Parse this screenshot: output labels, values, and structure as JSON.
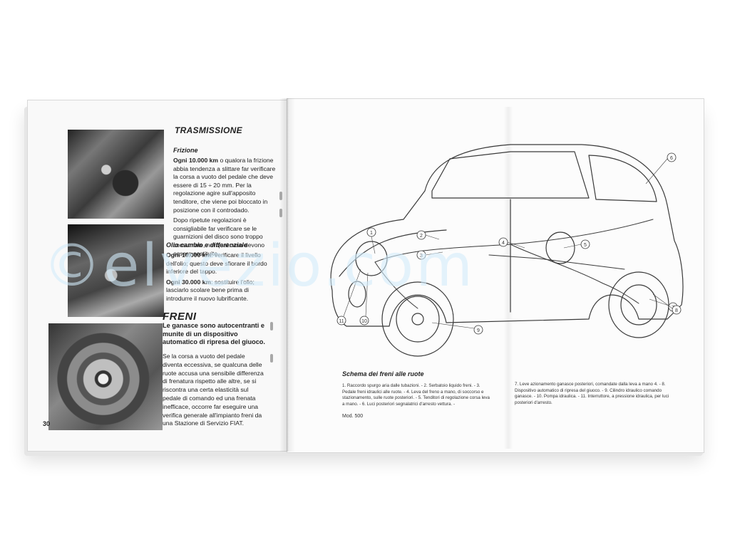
{
  "left_page": {
    "trasmissione_title": "TRASMISSIONE",
    "frizione": {
      "heading": "Frizione",
      "lead": "Ogni 10.000 km",
      "text": " o qualora la frizione abbia tendenza a slittare far verificare la corsa a vuoto del pedale che deve essere di 15 ÷ 20 mm. Per la regolazione agire sull'apposito tenditore, che viene poi bloccato in posizione con il controdado.",
      "note": "Dopo ripetute regolazioni è consigliabile far verificare se le guarnizioni del disco sono troppo consumate, nel qual caso devono essere sostituite."
    },
    "olio": {
      "heading": "Olio cambio e differenziale",
      "lead1": "Ogni 10.000 km",
      "text1": ": verificare il livello dell'olio; questo deve sfiorare il bordo inferiore del tappo.",
      "lead2": "Ogni 30.000 km",
      "text2": ": sostituire l'olio; lasciarlo scolare bene prima di introdurre il nuovo lubrificante."
    },
    "freni": {
      "title": "FRENI",
      "bold": "Le ganasce sono autocentranti e munite di un dispositivo automatico di ripresa del giuoco.",
      "body": "Se la corsa a vuoto del pedale diventa eccessiva, se qualcuna delle ruote accusa una sensibile differenza di frenatura rispetto alle altre, se si riscontra una certa elasticità sul pedale di comando ed una frenata inefficace, occorre far eseguire una verifica generale all'impianto freni da una Stazione di Servizio FIAT."
    },
    "page_number": "30"
  },
  "right_page": {
    "caption_title": "Schema dei freni alle ruote",
    "legend_left": "1. Raccordo spurgo aria dalle tubazioni. - 2. Serbatoio liquido freni. - 3. Pedale freni idraulici alle ruote. - 4. Leva del freno a mano, di soccorso e stazionamento, sulle ruote posteriori. - 5. Tenditori di regolazione corsa leva a mano. - 6. Luci posteriori segnalatrici d'arresto vettura. -",
    "legend_right": "7. Leve azionamento ganasce posteriori, comandate dalla leva a mano 4. - 8. Dispositivo automatico di ripresa del giuoco. - 9. Cilindro idraulico comando ganasce. - 10. Pompa idraulica. - 11. Interruttore, a pressione idraulica, per luci posteriori d'arresto.",
    "model": "Mod. 500",
    "callouts": [
      "1",
      "2",
      "3",
      "4",
      "5",
      "6",
      "7",
      "8",
      "9",
      "10",
      "11"
    ]
  },
  "watermark": "©elvezio.com",
  "colors": {
    "ink": "#222222",
    "paper": "#fcfcfc",
    "watermark": "#d2ebfa"
  }
}
